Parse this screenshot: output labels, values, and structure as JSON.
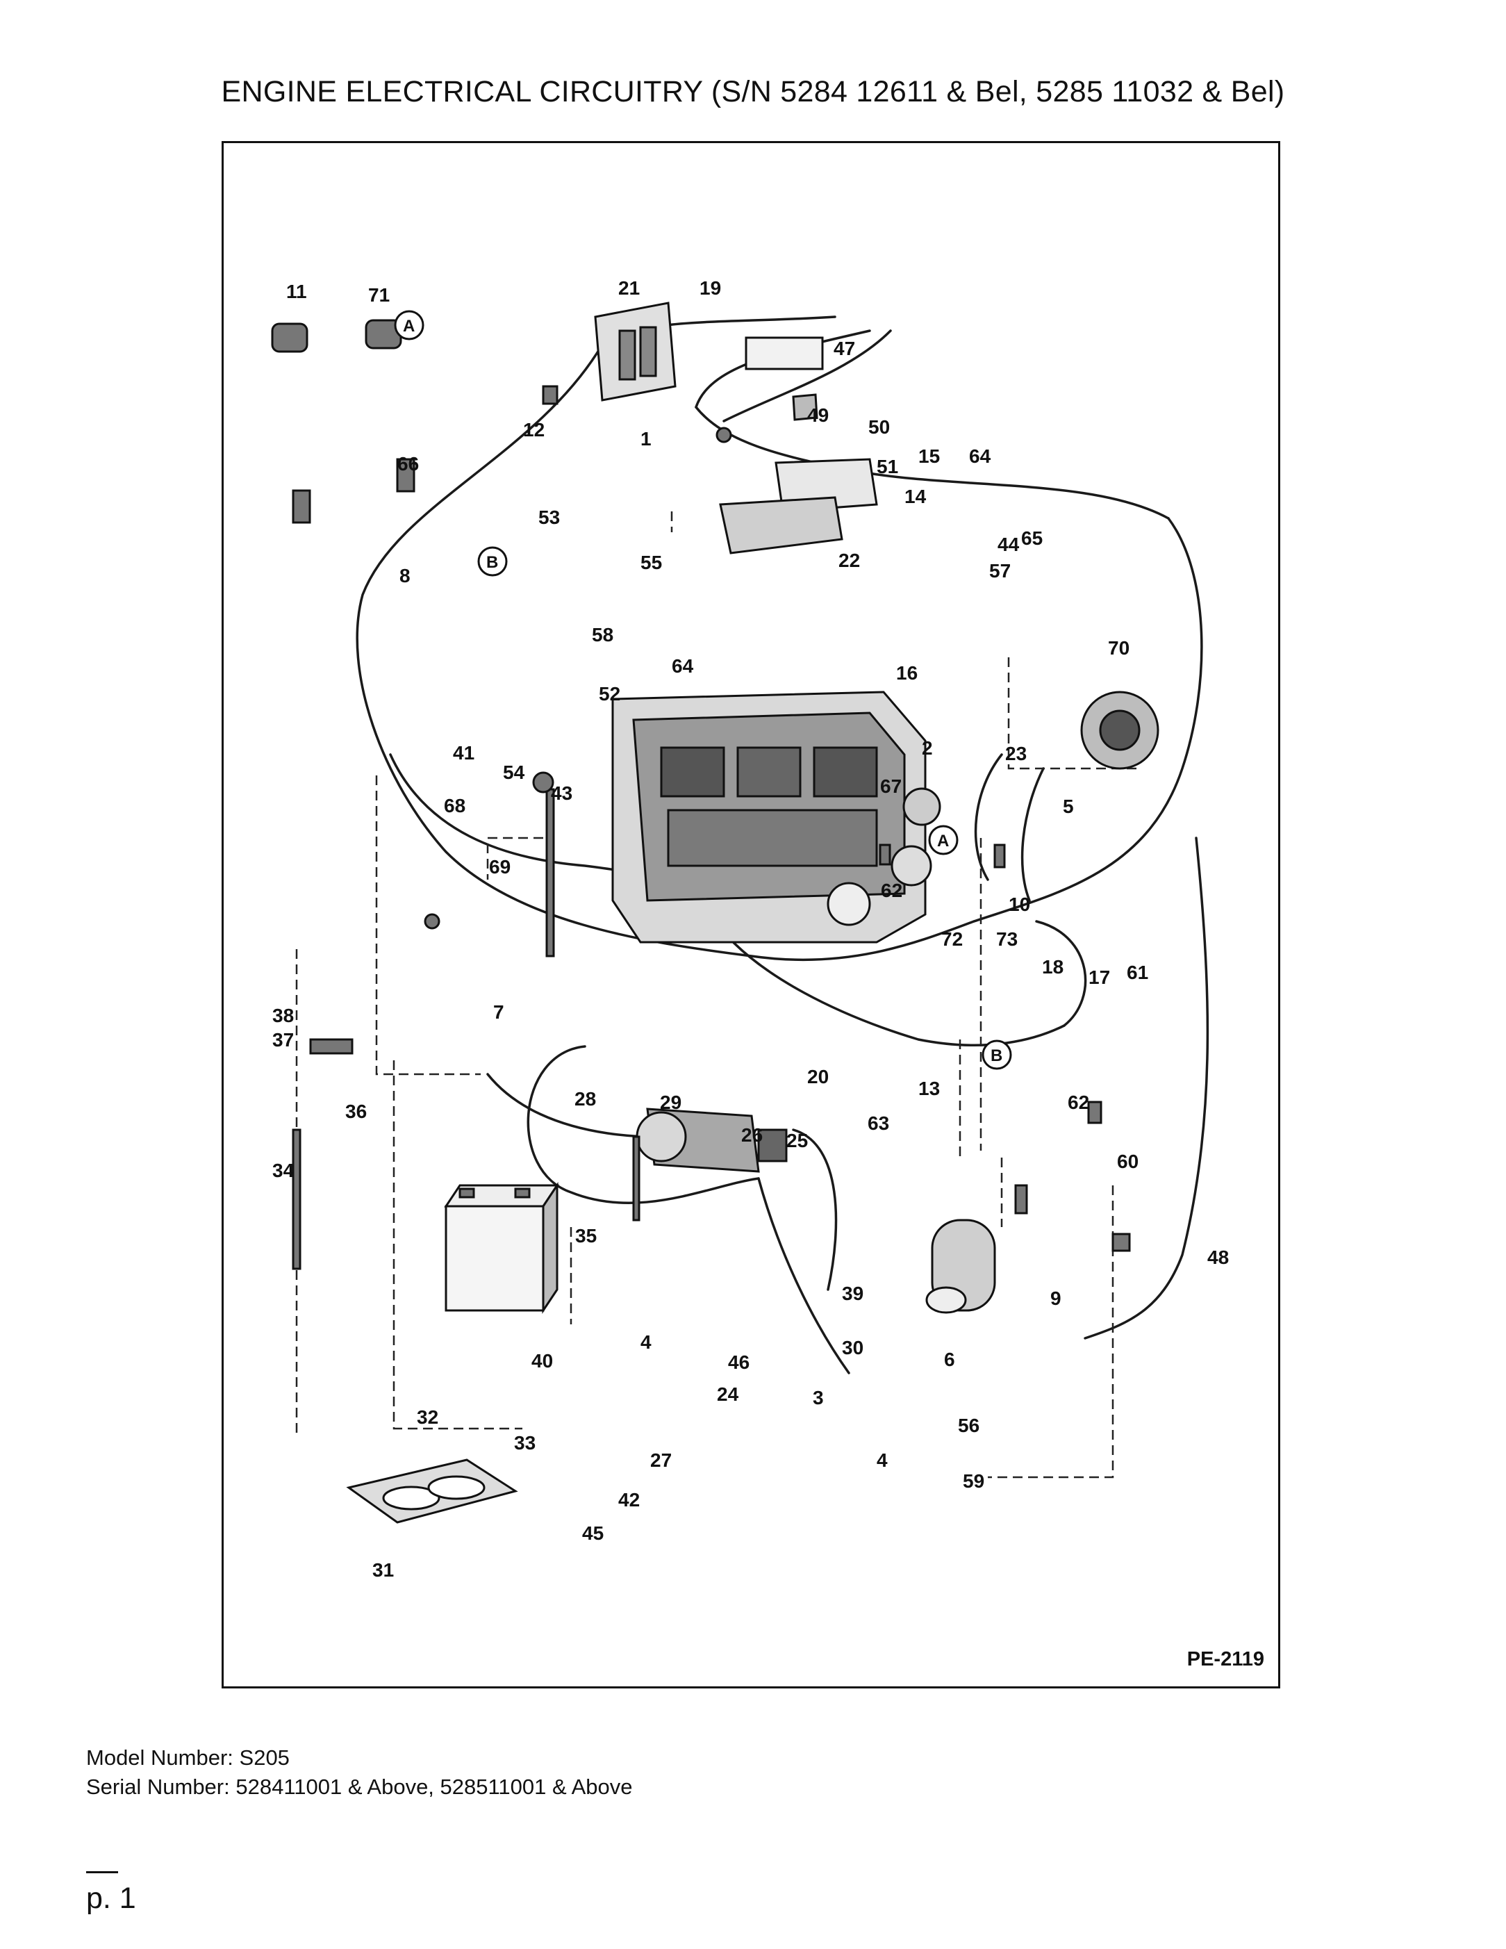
{
  "title": "ENGINE ELECTRICAL CIRCUITRY (S/N 5284 12611 & Bel, 5285 11032 & Bel)",
  "drawing_id": "PE-2119",
  "model_line": "Model Number: S205",
  "serial_line": "Serial Number: 528411001 & Above, 528511001 & Above",
  "page_number": "p. 1",
  "callouts": [
    "11",
    "71",
    "21",
    "19",
    "47",
    "49",
    "50",
    "12",
    "1",
    "51",
    "15",
    "64",
    "66",
    "14",
    "53",
    "65",
    "44",
    "22",
    "55",
    "57",
    "8",
    "58",
    "64",
    "70",
    "52",
    "16",
    "41",
    "2",
    "23",
    "54",
    "43",
    "67",
    "68",
    "5",
    "69",
    "62",
    "10",
    "72",
    "73",
    "18",
    "17",
    "61",
    "7",
    "38",
    "37",
    "20",
    "13",
    "36",
    "63",
    "62",
    "29",
    "28",
    "26",
    "25",
    "60",
    "34",
    "35",
    "48",
    "39",
    "9",
    "40",
    "4",
    "46",
    "30",
    "6",
    "24",
    "3",
    "32",
    "56",
    "33",
    "27",
    "4",
    "42",
    "45",
    "59",
    "31"
  ],
  "circle_markers": [
    "A",
    "B",
    "A",
    "B"
  ],
  "icons": [
    "engine-icon",
    "battery-icon",
    "starter-icon",
    "alternator-icon",
    "controller-icon",
    "wire-harness-icon"
  ]
}
